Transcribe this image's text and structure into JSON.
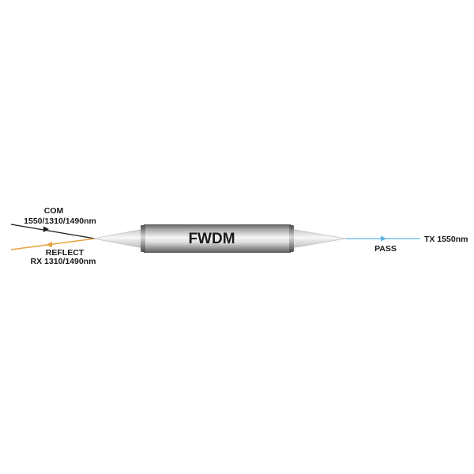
{
  "device": {
    "label": "FWDM"
  },
  "ports": {
    "com": {
      "name": "COM",
      "wavelengths": "1550/1310/1490nm",
      "fiber_color": "#1a1a1a"
    },
    "reflect": {
      "name": "REFLECT",
      "wavelengths": "RX 1310/1490nm",
      "fiber_color": "#e8a23a"
    },
    "pass": {
      "name": "PASS",
      "wavelengths": "TX 1550nm",
      "fiber_color": "#5ab4e6"
    }
  }
}
